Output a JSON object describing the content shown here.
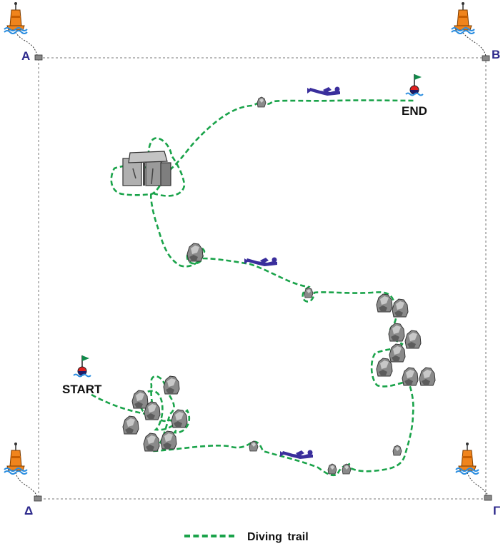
{
  "corners": {
    "a": "Α",
    "b": "Β",
    "c": "Γ",
    "d": "Δ"
  },
  "markers": {
    "start": "START",
    "end": "END"
  },
  "legend": {
    "label": "Diving trail"
  },
  "colors": {
    "trail": "#1aa34a",
    "label": "#2e2a8c",
    "buoy": "#f0841c",
    "diver": "#3a2e9c",
    "water": "#2a8de0",
    "flag": "#0f8a4a"
  },
  "icons": [
    "buoy-icon",
    "flag-buoy-icon",
    "diver-icon",
    "rock-icon",
    "stonehenge-icon",
    "anchor-block-icon"
  ]
}
